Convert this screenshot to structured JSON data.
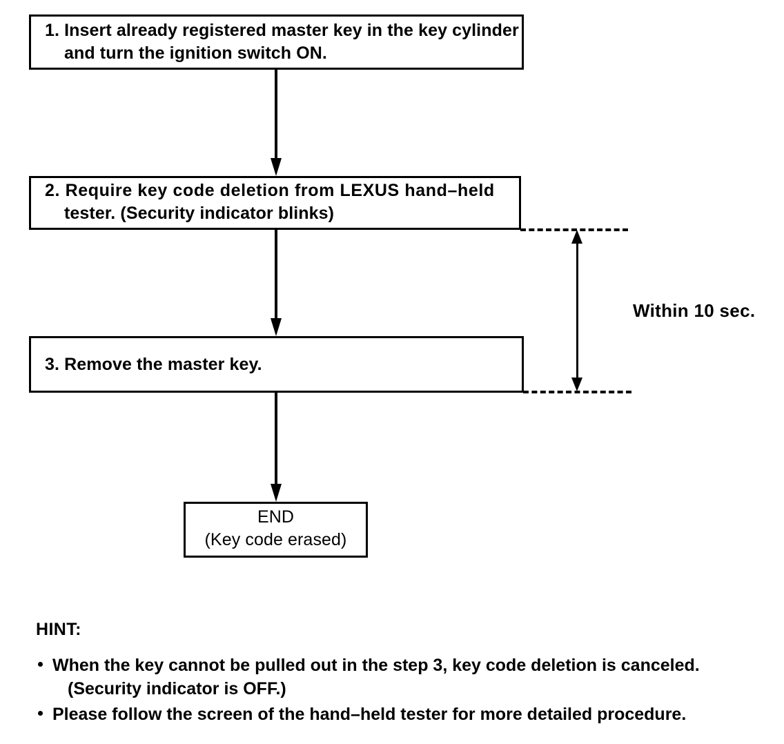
{
  "flowchart": {
    "steps": [
      {
        "id": "step-1",
        "line1": "1. Insert already registered master key in the key cylinder",
        "line2": "and turn the ignition switch ON."
      },
      {
        "id": "step-2",
        "line1": "2. Require key code deletion from LEXUS hand–held",
        "line2": "tester. (Security indicator blinks)"
      },
      {
        "id": "step-3",
        "line1": "3. Remove the master key.",
        "line2": ""
      }
    ],
    "end_box": {
      "line1": "END",
      "line2": "(Key code erased)"
    },
    "timing_annotation": {
      "label": "Within 10 sec.",
      "from_step": "step-2",
      "to_step": "step-3"
    }
  },
  "hint": {
    "title": "HINT:",
    "items": [
      {
        "text": "When the key cannot be pulled out in the step 3, key code deletion is canceled.",
        "subtext": "(Security indicator is OFF.)"
      },
      {
        "text": "Please follow the screen of the hand–held tester for more detailed procedure.",
        "subtext": ""
      }
    ]
  },
  "colors": {
    "ink": "#000000",
    "paper": "#ffffff"
  }
}
